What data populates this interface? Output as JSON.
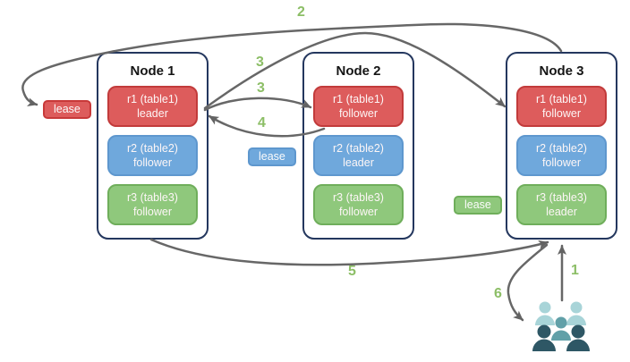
{
  "nodes": [
    {
      "title": "Node 1",
      "replicas": [
        {
          "range": "r1 (table1)",
          "role": "leader",
          "color": "#DD5C5C"
        },
        {
          "range": "r2 (table2)",
          "role": "follower",
          "color": "#6FA8DC"
        },
        {
          "range": "r3 (table3)",
          "role": "follower",
          "color": "#8FC87C"
        }
      ]
    },
    {
      "title": "Node 2",
      "replicas": [
        {
          "range": "r1 (table1)",
          "role": "follower",
          "color": "#DD5C5C"
        },
        {
          "range": "r2 (table2)",
          "role": "leader",
          "color": "#6FA8DC"
        },
        {
          "range": "r3 (table3)",
          "role": "follower",
          "color": "#8FC87C"
        }
      ]
    },
    {
      "title": "Node 3",
      "replicas": [
        {
          "range": "r1 (table1)",
          "role": "follower",
          "color": "#DD5C5C"
        },
        {
          "range": "r2 (table2)",
          "role": "follower",
          "color": "#6FA8DC"
        },
        {
          "range": "r3 (table3)",
          "role": "leader",
          "color": "#8FC87C"
        }
      ]
    }
  ],
  "leases": [
    {
      "label": "lease",
      "color": "#DD5C5C"
    },
    {
      "label": "lease",
      "color": "#6FA8DC"
    },
    {
      "label": "lease",
      "color": "#8FC87C"
    }
  ],
  "steps": {
    "s1": "1",
    "s2": "2",
    "s3a": "3",
    "s3b": "3",
    "s4": "4",
    "s5": "5",
    "s6": "6"
  },
  "icons": {
    "users": "users-group-icon"
  },
  "colors": {
    "node_border": "#24375E",
    "red_fill": "#DD5C5C",
    "red_border": "#C23B3B",
    "blue_fill": "#6FA8DC",
    "blue_border": "#5E97CE",
    "green_fill": "#8FC87C",
    "green_border": "#6FAE5B",
    "arrow": "#676767",
    "step_label": "#8CBE66",
    "users_light": "#A8D4D8",
    "users_mid": "#61A0A8",
    "users_dark": "#2E5765"
  }
}
